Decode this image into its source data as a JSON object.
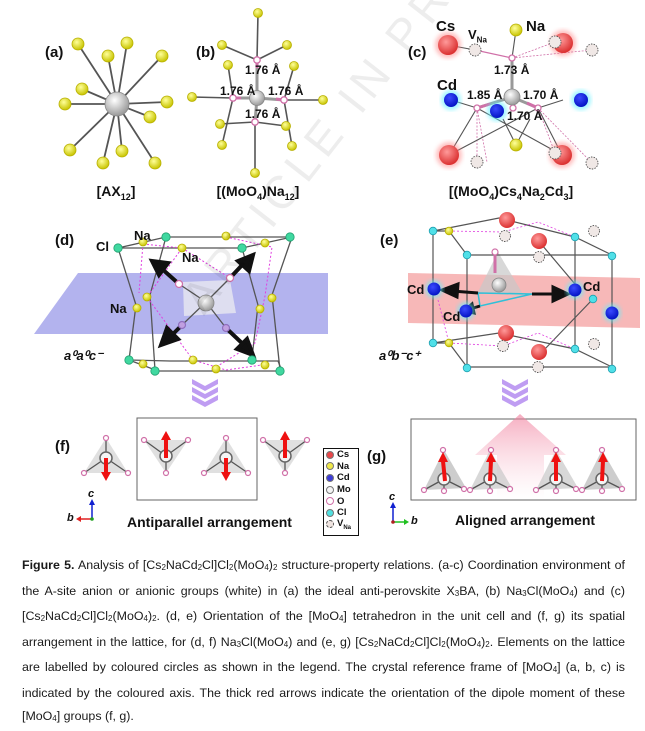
{
  "figure": {
    "panels": {
      "a": {
        "label": "(a)",
        "formula_html": "[AX<sub>12</sub>]"
      },
      "b": {
        "label": "(b)",
        "formula_html": "[(MoO<sub>4</sub>)Na<sub>12</sub>]",
        "distances": [
          "1.76 Å",
          "1.76 Å",
          "1.76 Å",
          "1.76 Å"
        ]
      },
      "c": {
        "label": "(c)",
        "formula_html": "[(MoO<sub>4</sub>)Cs<sub>4</sub>Na<sub>2</sub>Cd<sub>3</sub>]",
        "distances": [
          "1.73 Å",
          "1.85 Å",
          "1.70 Å",
          "1.70 Å"
        ],
        "element_labels": {
          "cs": "Cs",
          "vna": "V",
          "vna_sub": "Na",
          "na": "Na",
          "cd": "Cd"
        }
      },
      "d": {
        "label": "(d)",
        "element_labels": {
          "cl": "Cl",
          "na1": "Na",
          "na2": "Na",
          "na3": "Na"
        },
        "tilt_system": "a⁰a⁰c⁻"
      },
      "e": {
        "label": "(e)",
        "element_labels": {
          "cd1": "Cd",
          "cd2": "Cd",
          "cd3": "Cd"
        },
        "tilt_system": "a⁰b⁻c⁺"
      },
      "f": {
        "label": "(f)",
        "arrangement_title": "Antiparallel arrangement",
        "axis_labels": {
          "vertical": "c",
          "horizontal": "b"
        },
        "dipoles": [
          "down",
          "up",
          "down",
          "up"
        ]
      },
      "g": {
        "label": "(g)",
        "arrangement_title": "Aligned arrangement",
        "axis_labels": {
          "vertical": "c",
          "horizontal": "b"
        },
        "dipoles": [
          "up",
          "up",
          "up",
          "up"
        ]
      }
    },
    "legend": [
      {
        "label": "Cs",
        "color": "#e8474a",
        "dashed": false
      },
      {
        "label": "Na",
        "color": "#f0e84a",
        "dashed": false
      },
      {
        "label": "Cd",
        "color": "#3c3cd8",
        "dashed": false
      },
      {
        "label": "Mo",
        "color": "#f4f4f4",
        "dashed": false
      },
      {
        "label": "O",
        "color": "#ffffff",
        "dashed": false,
        "border": "#d070a8"
      },
      {
        "label": "Cl",
        "color": "#50e0e0",
        "dashed": false
      },
      {
        "label": "V",
        "sub": "Na",
        "color": "#efe4e0",
        "dashed": true
      }
    ],
    "watermark": "ARTICLE IN PRESS",
    "colors": {
      "cs": "#e8474a",
      "na": "#f0e84a",
      "cd": "#0a1ee0",
      "cl_d": "#40d8a0",
      "cl_e": "#50e0e8",
      "o": "#d070a8",
      "mo": "#e8e8e8",
      "dipole": "#ee1111",
      "plane_d": "#9a9ae8",
      "plane_e": "#f4a0a0",
      "chevron": "#b48cf0"
    }
  },
  "caption": {
    "figure_label": "Figure 5.",
    "text_html": " Analysis of [Cs<sub>2</sub>NaCd<sub>2</sub>Cl]Cl<sub>2</sub>(MoO<sub>4</sub>)<sub>2</sub> structure-property relations. (a-c) Coordination environment of the A-site anion or anionic groups (white) in (a) the ideal anti-perovskite X<sub>3</sub>BA, (b) Na<sub>3</sub>Cl(MoO<sub>4</sub>) and (c) [Cs<sub>2</sub>NaCd<sub>2</sub>Cl]Cl<sub>2</sub>(MoO<sub>4</sub>)<sub>2</sub>. (d, e) Orientation of the [MoO<sub>4</sub>] tetrahedron in the unit cell and (f, g) its spatial arrangement in the lattice, for (d, f) Na<sub>3</sub>Cl(MoO<sub>4</sub>) and (e, g) [Cs<sub>2</sub>NaCd<sub>2</sub>Cl]Cl<sub>2</sub>(MoO<sub>4</sub>)<sub>2</sub>. Elements on the lattice are labelled by coloured circles as shown in the legend. The crystal reference frame of [MoO<sub>4</sub>] (a, b, c) is indicated by the coloured axis. The thick red arrows indicate the orientation of the dipole moment of these [MoO<sub>4</sub>] groups (f, g)."
  }
}
